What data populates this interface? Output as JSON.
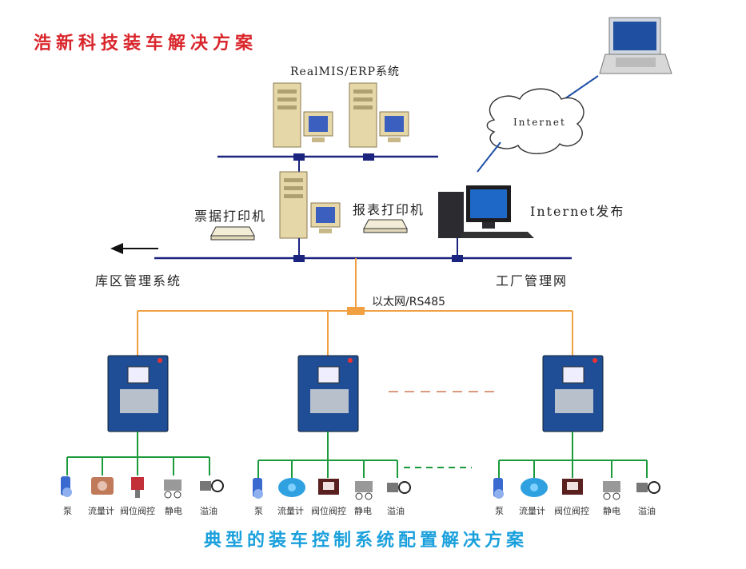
{
  "title_top": "浩新科技装车解决方案",
  "title_bottom": "典型的装车控制系统配置解决方案",
  "labels": {
    "erp": "RealMIS/ERP系统",
    "internet_cloud": "Internet",
    "internet_publish": "Internet发布",
    "ticket_printer": "票据打印机",
    "report_printer": "报表打印机",
    "depot_system": "库区管理系统",
    "factory_network": "工厂管理网",
    "ethernet": "以太网/RS485"
  },
  "devices": {
    "pump": "泵",
    "flowmeter": "流量计",
    "valve": "阀位阀控",
    "static": "静电",
    "overflow": "溢油"
  },
  "colors": {
    "title_red": "#d9252b",
    "title_blue": "#1aa0dc",
    "network_line": "#1a237e",
    "field_bus": "#f0a040",
    "device_bus": "#1a9a3a"
  }
}
